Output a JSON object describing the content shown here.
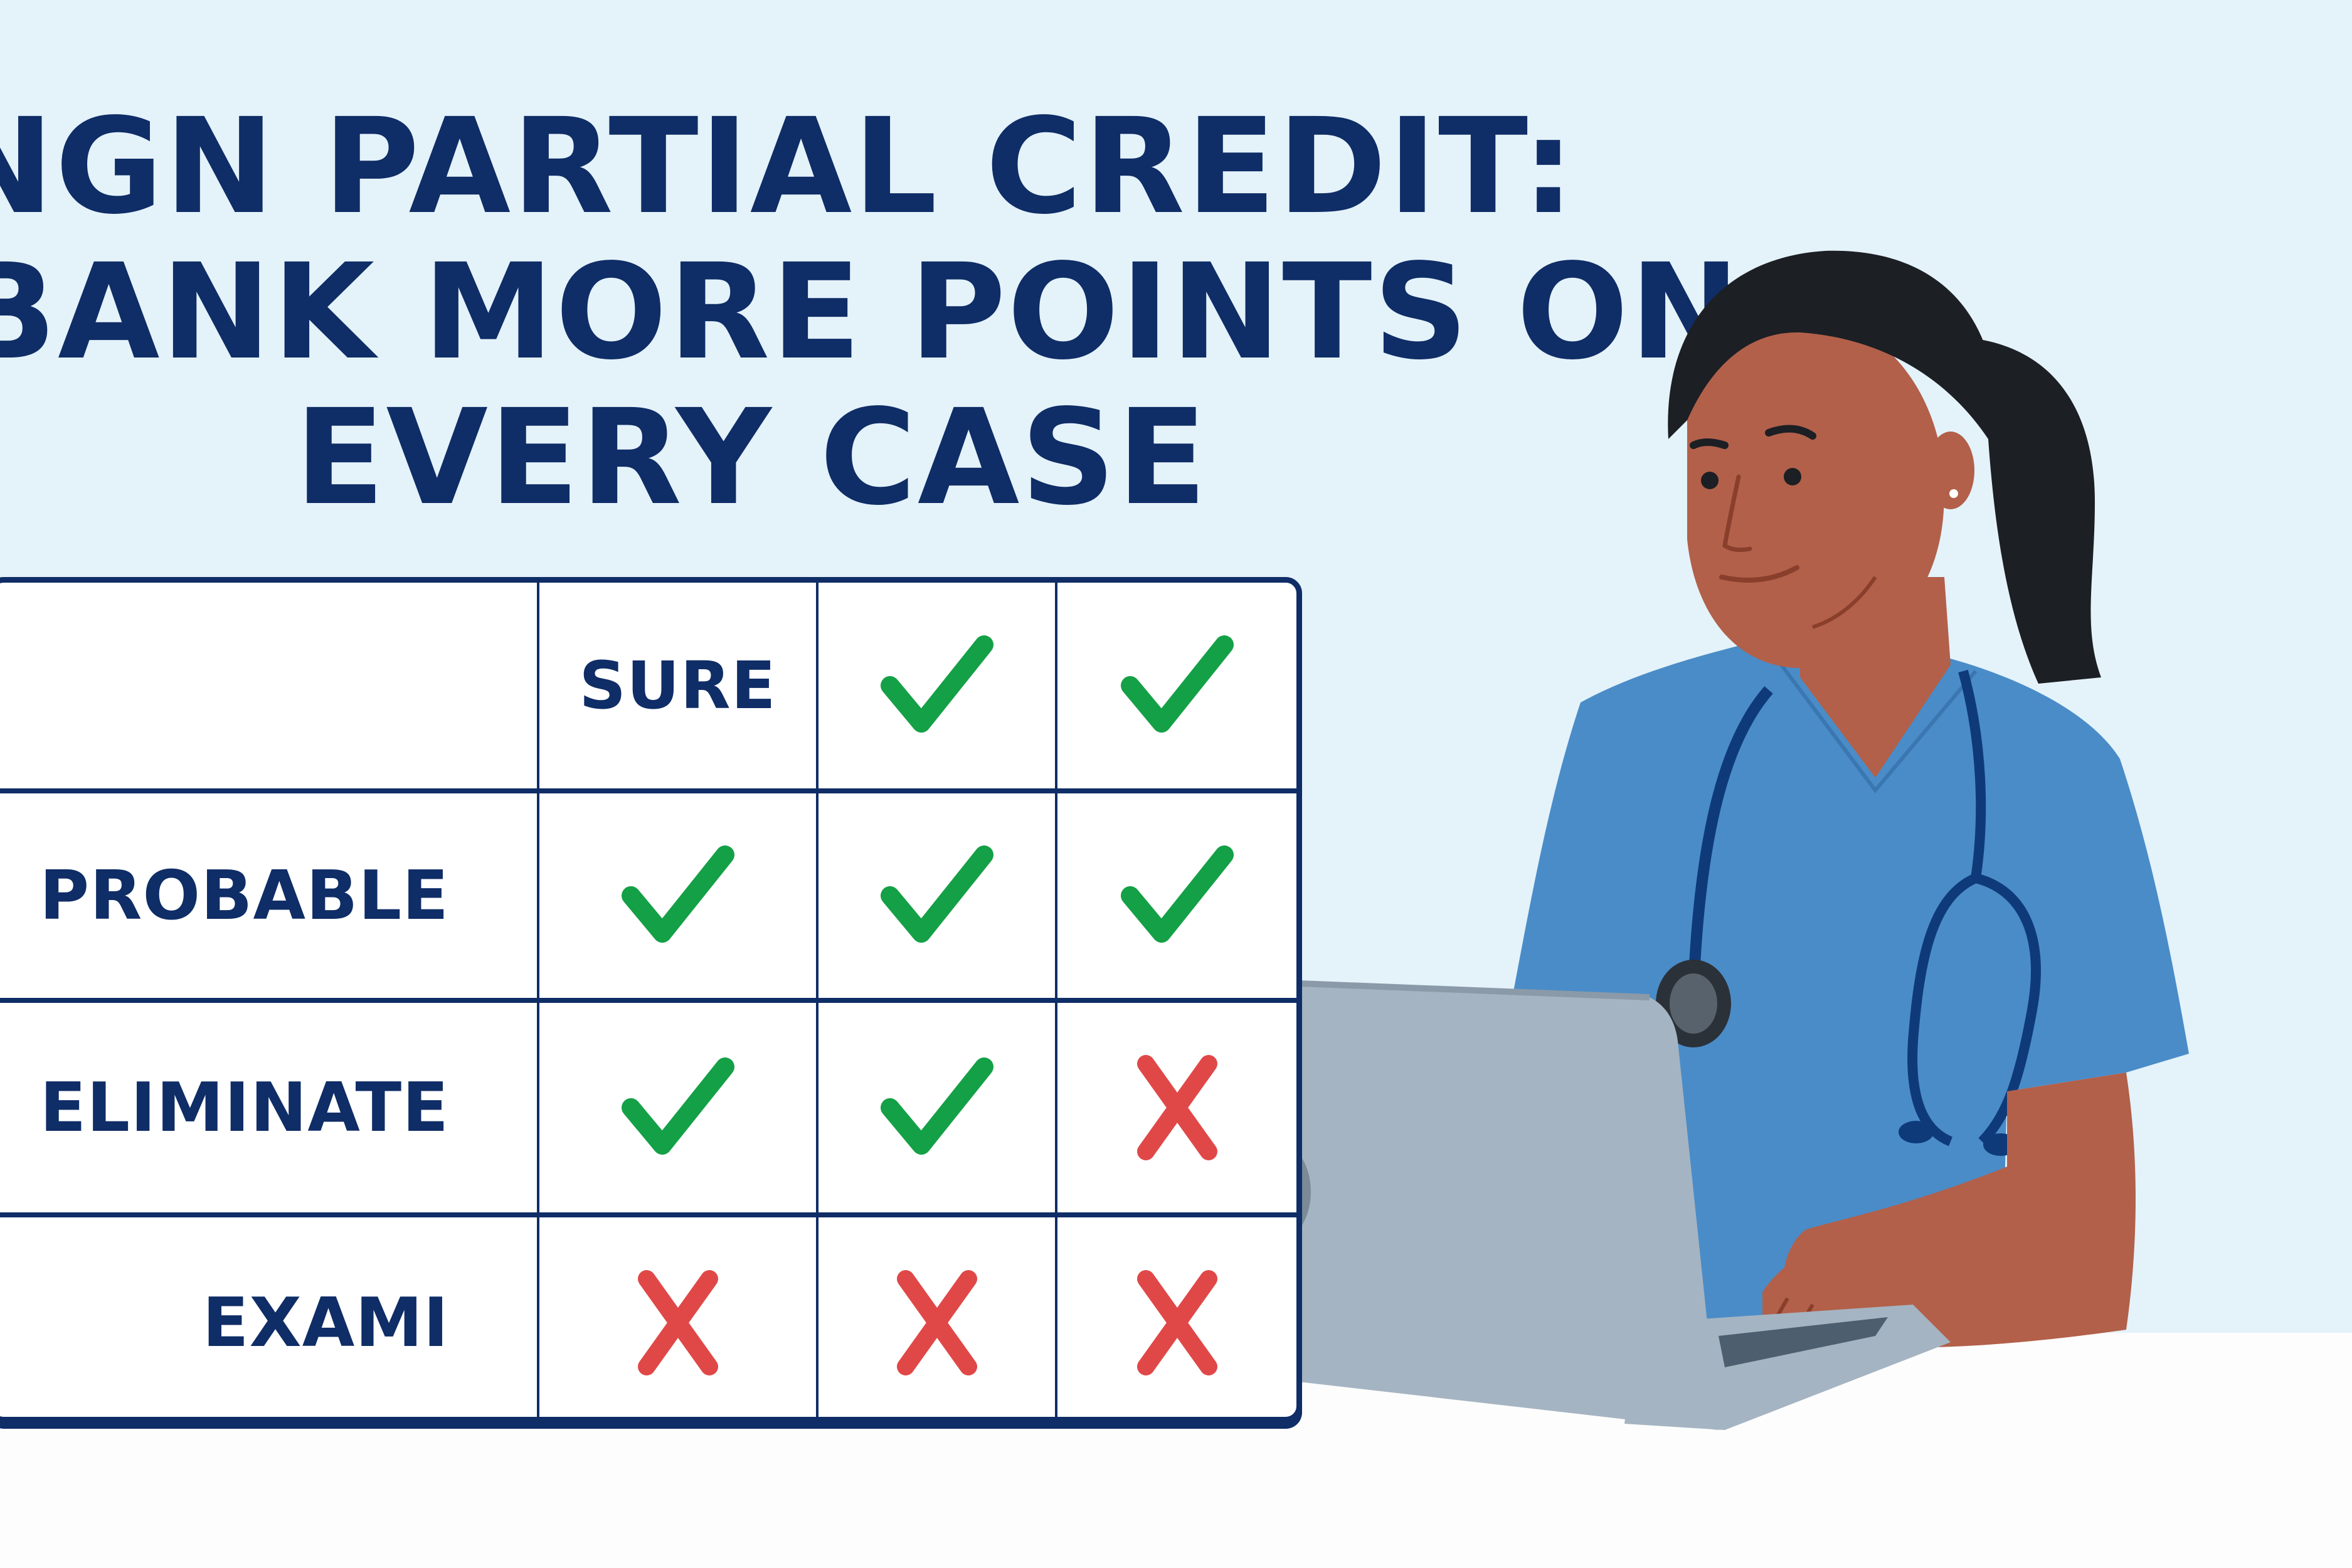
{
  "title": {
    "line1": "NGN PARTIAL CREDIT:",
    "line2": "BANK MORE POINTS ON",
    "line3": "EVERY CASE"
  },
  "table": {
    "rows": [
      {
        "label": "",
        "cells": [
          "SURE",
          "check",
          "check"
        ]
      },
      {
        "label": "PROBABLE",
        "cells": [
          "check",
          "check",
          "check"
        ]
      },
      {
        "label": "ELIMINATE",
        "cells": [
          "check",
          "check",
          "cross"
        ]
      },
      {
        "label": "EXAMI",
        "cells": [
          "cross",
          "cross",
          "cross"
        ]
      }
    ]
  },
  "icons": {
    "check": "check-mark-icon",
    "cross": "cross-mark-icon"
  },
  "colors": {
    "background": "#e4f2fa",
    "title": "#0f2d66",
    "check": "#14a046",
    "cross": "#e04848",
    "scrubs": "#4a8cc8",
    "stethoscope": "#0f3a7a",
    "skin": "#b2604a",
    "hair": "#1c1f24",
    "laptop": "#a5b4c2"
  }
}
